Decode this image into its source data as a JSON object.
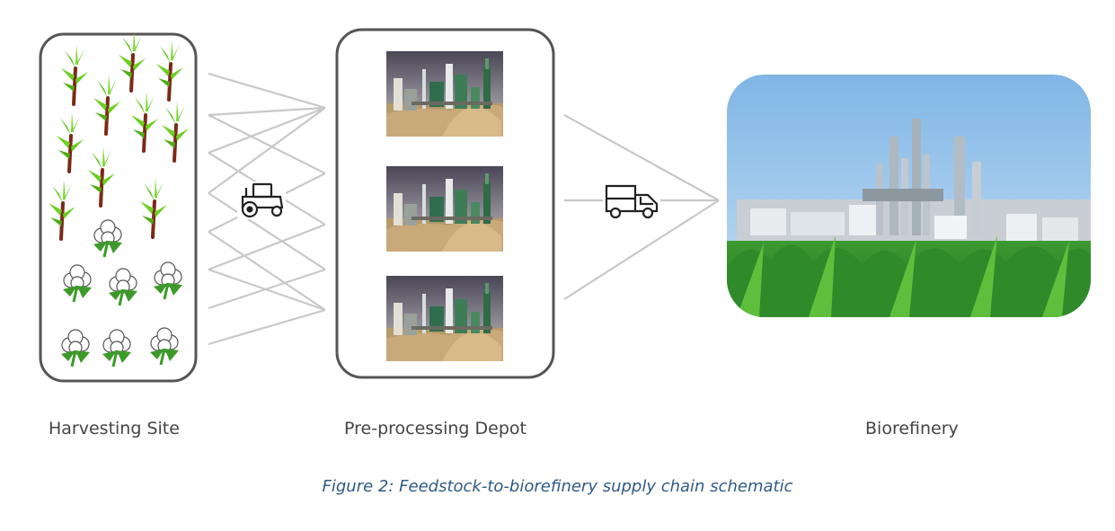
{
  "labels": {
    "harvesting_site": "Harvesting Site",
    "preprocessing_depot": "Pre-processing Depot",
    "biorefinery": "Biorefinery"
  },
  "caption": "Figure 2: Feedstock-to-biorefinery supply chain schematic",
  "icons": {
    "tractor": "tractor-icon",
    "truck": "truck-icon",
    "crop_plant": "crop-plant-icon",
    "cotton_plant": "cotton-plant-icon",
    "depot_photo": "depot-facility-photo",
    "biorefinery_photo": "biorefinery-facility-photo"
  },
  "colors": {
    "box_border": "#555555",
    "connector": "#c8c8c8",
    "plant_green": "#5ac21a",
    "stalk": "#7a2a18",
    "caption": "#2f5a86",
    "sky": "#8fc0e8",
    "field": "#2d8a2a"
  }
}
